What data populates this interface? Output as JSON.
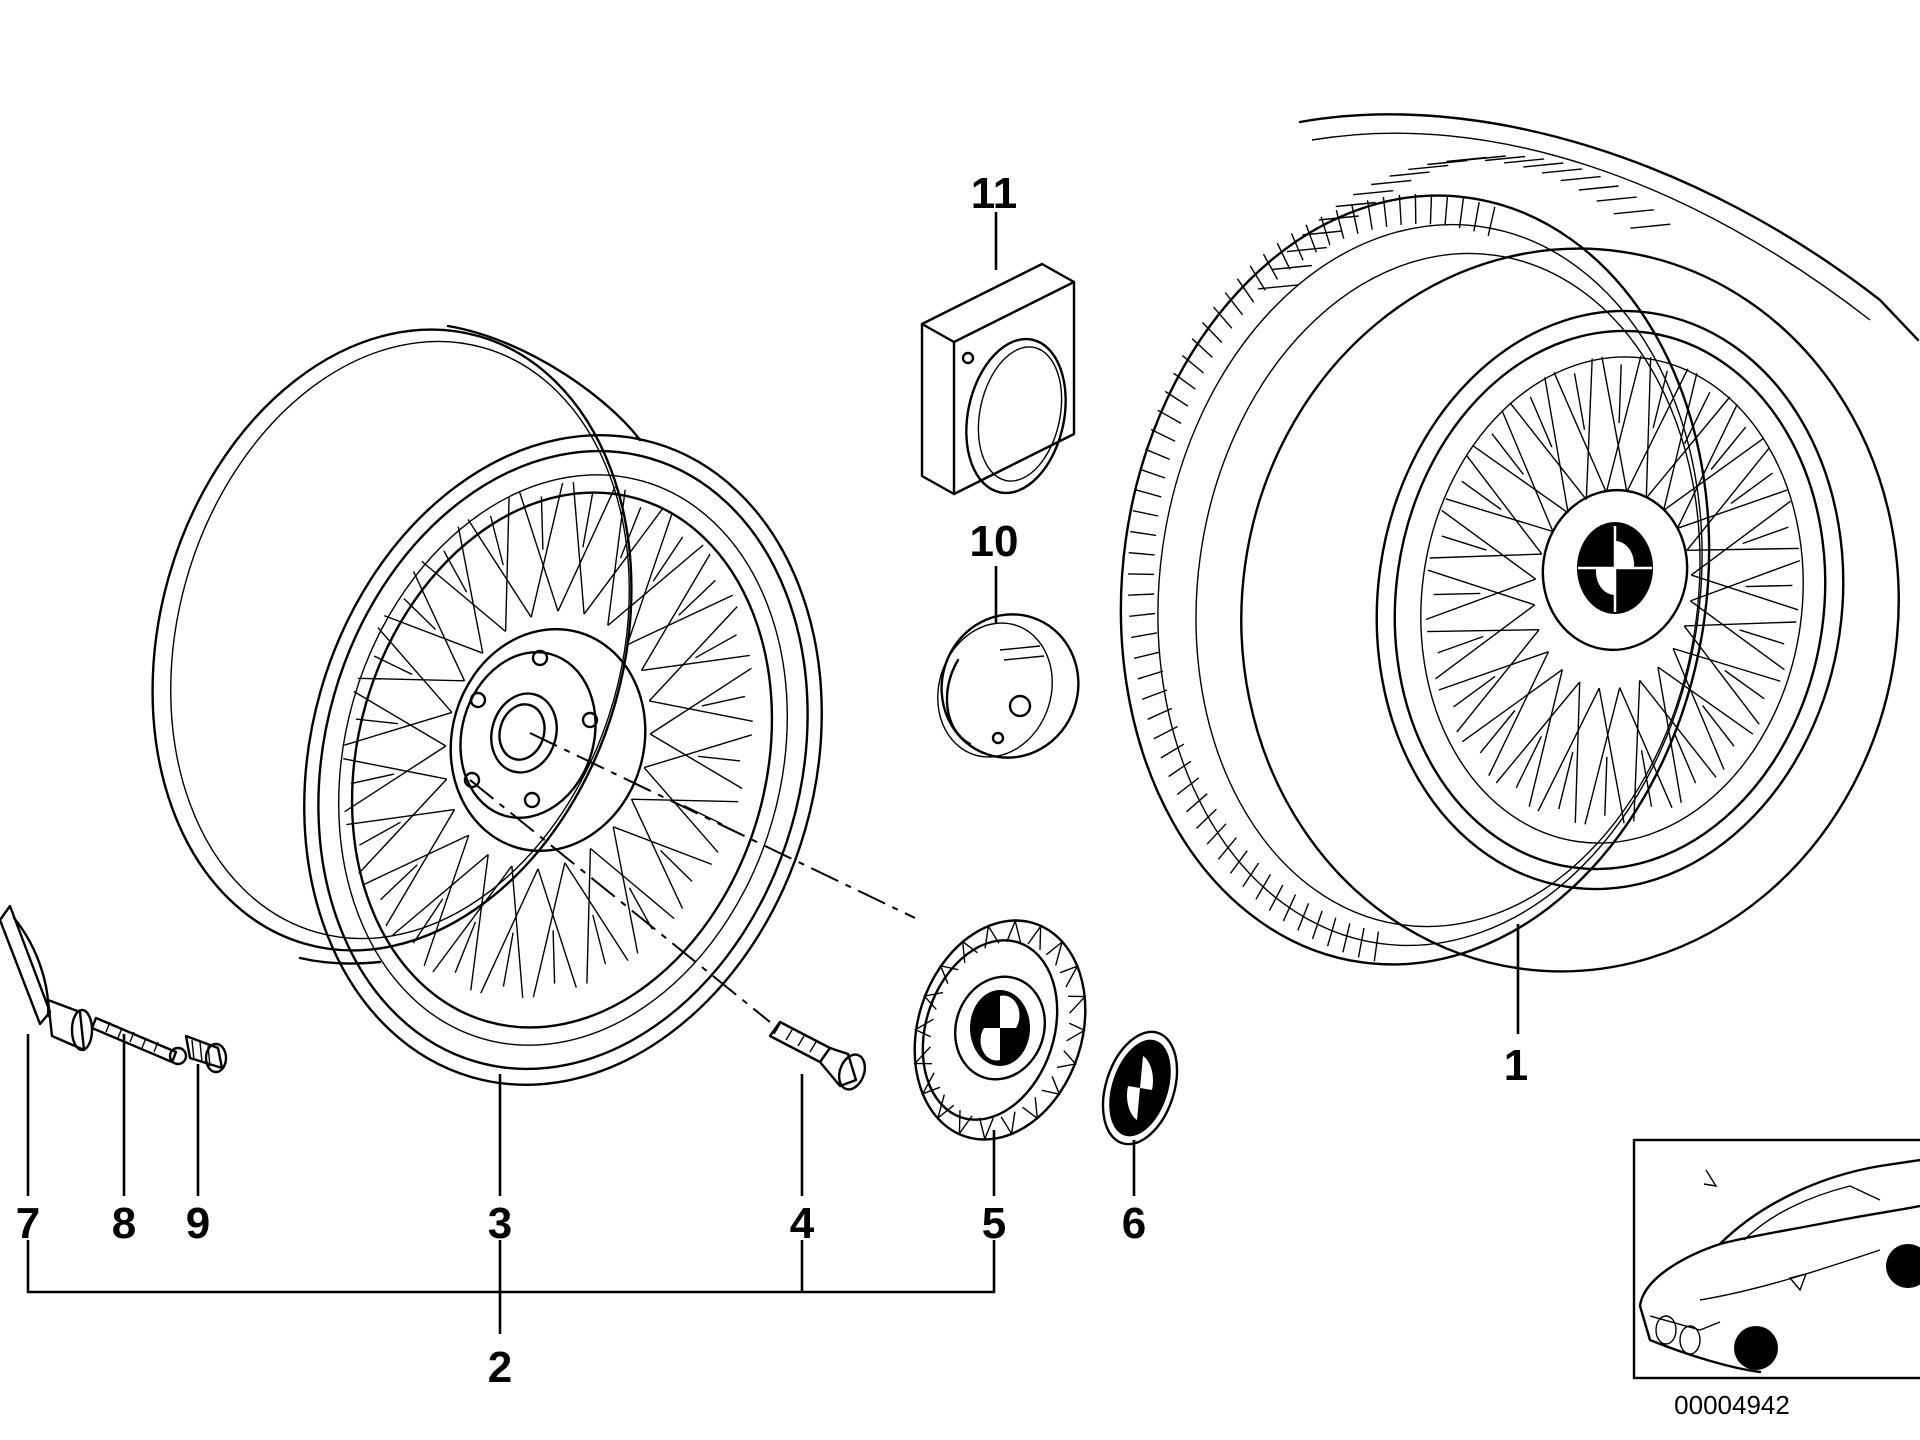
{
  "labels": {
    "p1": "1",
    "p2": "2",
    "p3": "3",
    "p4": "4",
    "p5": "5",
    "p6": "6",
    "p7": "7",
    "p8": "8",
    "p9": "9",
    "p10": "10",
    "p11": "11"
  },
  "doc_number": "00004942",
  "colors": {
    "ink": "#000000",
    "paper": "#ffffff"
  }
}
